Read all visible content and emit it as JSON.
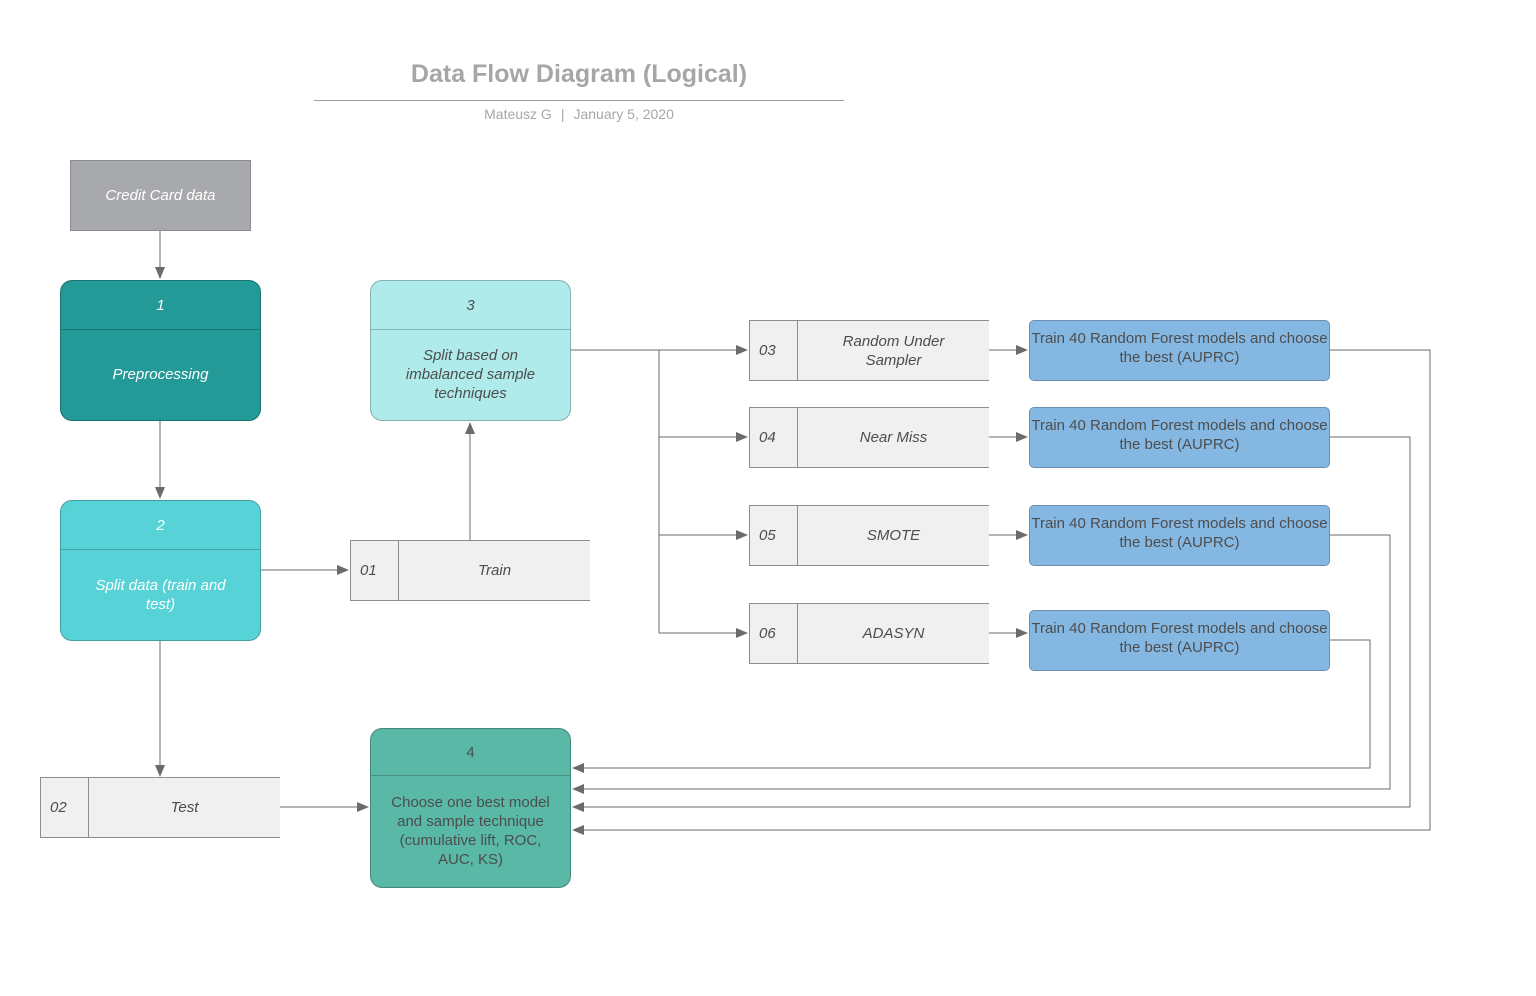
{
  "header": {
    "title": "Data Flow Diagram (Logical)",
    "author": "Mateusz G",
    "separator": "|",
    "date": "January 5, 2020"
  },
  "external_entity": {
    "label": "Credit Card data"
  },
  "processes": [
    {
      "number": "1",
      "label": "Preprocessing"
    },
    {
      "number": "2",
      "label": "Split data (train and test)"
    },
    {
      "number": "3",
      "label": "Split based on imbalanced sample techniques"
    },
    {
      "number": "4",
      "label": "Choose one best model and sample technique (cumulative lift, ROC, AUC, KS)"
    }
  ],
  "data_stores": [
    {
      "id": "01",
      "label": "Train"
    },
    {
      "id": "02",
      "label": "Test"
    },
    {
      "id": "03",
      "label": "Random Under Sampler"
    },
    {
      "id": "04",
      "label": "Near Miss"
    },
    {
      "id": "05",
      "label": "SMOTE"
    },
    {
      "id": "06",
      "label": "ADASYN"
    }
  ],
  "model_steps": [
    {
      "label": "Train 40 Random Forest models and choose  the best (AUPRC)"
    },
    {
      "label": "Train 40 Random Forest models and choose  the best (AUPRC)"
    },
    {
      "label": "Train 40 Random Forest models and choose  the best (AUPRC)"
    },
    {
      "label": "Train 40 Random Forest models and choose  the best (AUPRC)"
    }
  ],
  "colors": {
    "external": "#a7a9ac",
    "process_1": "#249a98",
    "process_2": "#57d3d7",
    "process_3": "#afebeb",
    "process_4": "#5ab8a6",
    "data_store": "#eff0ef",
    "model_step": "#84b8e3",
    "connector": "#6b6b6b"
  }
}
